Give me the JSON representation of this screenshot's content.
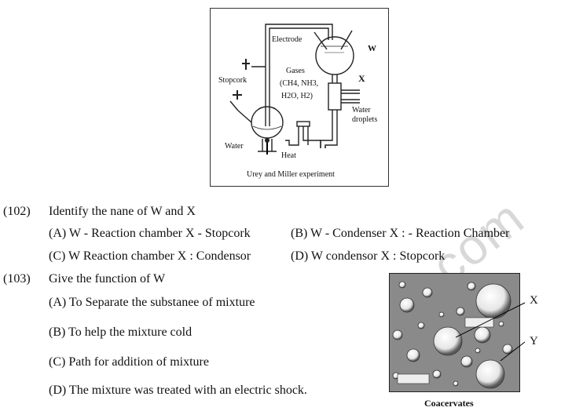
{
  "figure1": {
    "caption": "Urey and Miller experiment",
    "labels": {
      "electrode": "Electrode",
      "w": "W",
      "gases": "Gases",
      "formula1": "(CH4, NH3,",
      "formula2": "H2O, H2)",
      "x": "X",
      "stopcork": "Stopcork",
      "water_droplets_1": "Water",
      "water_droplets_2": "droplets",
      "water": "Water",
      "heat": "Heat"
    }
  },
  "q102": {
    "number": "(102)",
    "text": "Identify the nane of W and X",
    "options": {
      "a": "(A) W - Reaction chamber X - Stopcork",
      "b": "(B) W - Condenser X : - Reaction Chamber",
      "c": "(C) W Reaction chamber X : Condensor",
      "d": "(D) W condensor X : Stopcork"
    }
  },
  "q103": {
    "number": "(103)",
    "text": "Give the function of W",
    "options": {
      "a": "(A) To Separate the substanee of mixture",
      "b": "(B) To help the mixture cold",
      "c": "(C) Path for addition of mixture",
      "d": "(D) The mixture was treated with an electric shock."
    }
  },
  "figure2": {
    "caption": "Coacervates",
    "label_x": "X",
    "label_y": "Y"
  },
  "watermark": ".com"
}
